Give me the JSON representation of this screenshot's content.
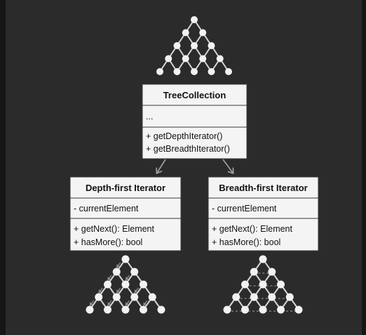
{
  "colors": {
    "background": "#2b2b2b",
    "box_fill": "#f4f4f4",
    "box_border": "#3a3a3a",
    "node": "#f2f2f2",
    "edge": "#d6d6d6",
    "arrow": "#9a9a9a",
    "traversal_arrow": "#8a8a8a"
  },
  "collection": {
    "title": "TreeCollection",
    "fields": "...",
    "methods": [
      "+ getDepthIterator()",
      "+ getBreadthIterator()"
    ]
  },
  "depth_iterator": {
    "title": "Depth-first Iterator",
    "fields": "- currentElement",
    "methods": [
      "+ getNext(): Element",
      "+ hasMore(): bool"
    ]
  },
  "breadth_iterator": {
    "title": "Breadth-first Iterator",
    "fields": "- currentElement",
    "methods": [
      "+ getNext(): Element",
      "+ hasMore(): bool"
    ]
  },
  "icons": {
    "top_tree": "binary-tree-icon",
    "depth_tree": "depth-first-traversal-icon",
    "breadth_tree": "breadth-first-traversal-icon"
  }
}
